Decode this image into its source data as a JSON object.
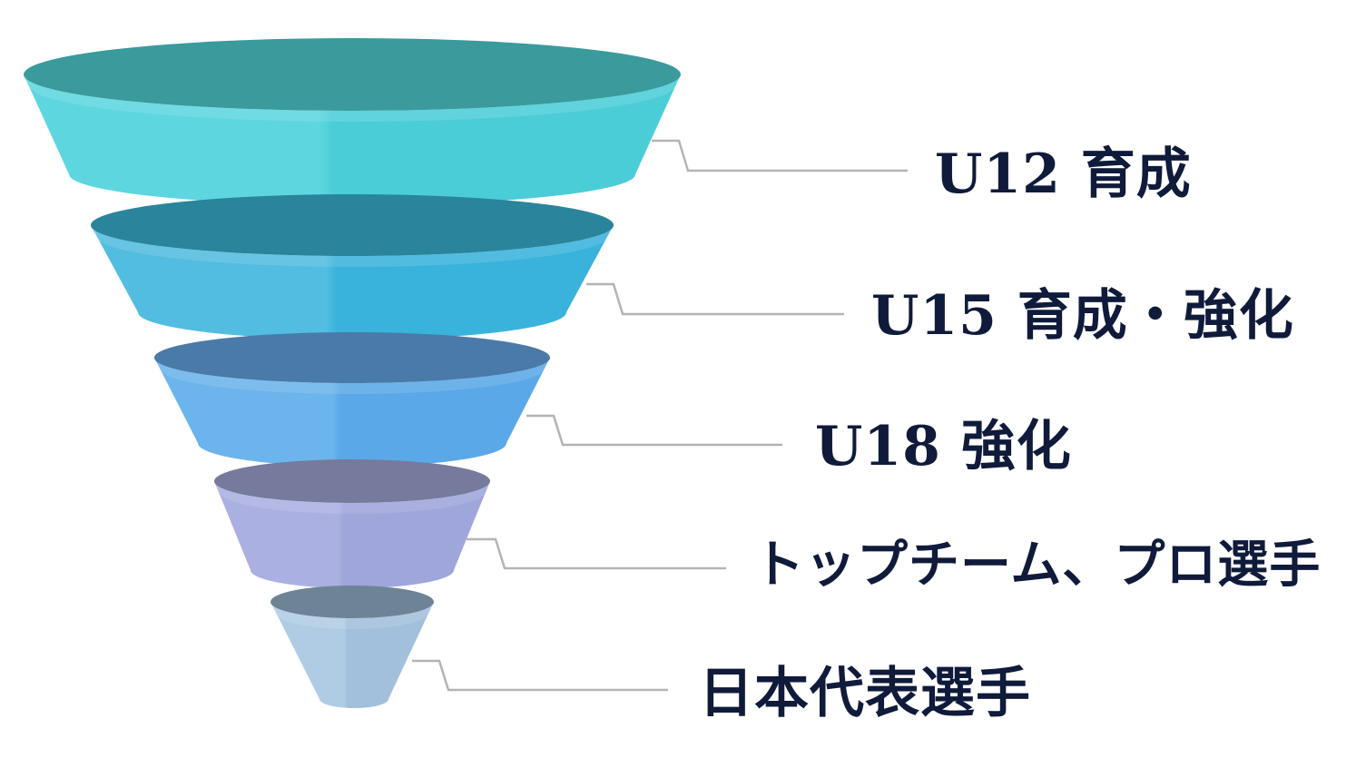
{
  "funnel": {
    "levels": [
      {
        "label": "U12 育成",
        "top_color": "#3a9a9c",
        "body_light": "#5ed6e0",
        "body_dark": "#4bcdd8"
      },
      {
        "label": "U15 育成・強化",
        "top_color": "#2a849c",
        "body_light": "#52bde0",
        "body_dark": "#3ab3dc"
      },
      {
        "label": "U18 強化",
        "top_color": "#4a7aa8",
        "body_light": "#6cb4ec",
        "body_dark": "#5aa8e8"
      },
      {
        "label": "トップチーム、プロ選手",
        "top_color": "#767a9c",
        "body_light": "#aab0e2",
        "body_dark": "#9ea6dc"
      },
      {
        "label": "日本代表選手",
        "top_color": "#6e8496",
        "body_light": "#b0cce4",
        "body_dark": "#a2c0dc"
      }
    ],
    "connector_color": "#b4b4b4",
    "text_color": "#101a3a"
  }
}
